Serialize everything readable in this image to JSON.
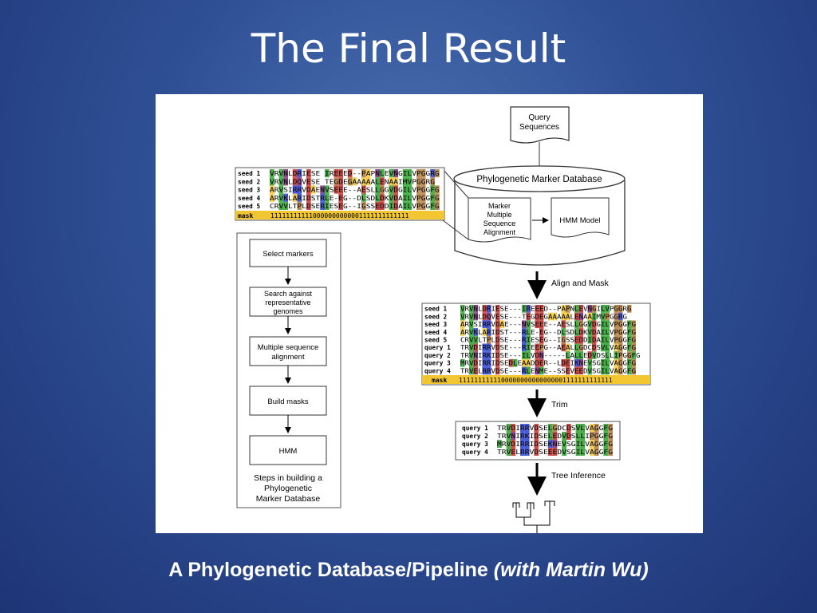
{
  "slide": {
    "title": "The Final Result",
    "caption_main": "A Phylogenetic Database/Pipeline",
    "caption_italic": "(with Martin Wu)"
  },
  "diagram": {
    "query_sequences": [
      "Query",
      "Sequences"
    ],
    "database_label": "Phylogenetic Marker Database",
    "msa_box": [
      "Marker",
      "Multiple",
      "Sequence",
      "Alignment"
    ],
    "hmm_box": "HMM Model",
    "align_mask": "Align and Mask",
    "trim": "Trim",
    "tree_inference": "Tree Inference",
    "steps": [
      "Select markers",
      [
        "Search against",
        "representative",
        "genomes"
      ],
      [
        "Multiple sequence",
        "alignment"
      ],
      "Build masks",
      "HMM"
    ],
    "steps_caption": [
      "Steps in building a",
      "Phylogenetic",
      "Marker Database"
    ],
    "alignment1": {
      "labels": [
        "seed 1",
        "seed 2",
        "seed 3",
        "seed 4",
        "seed 5"
      ],
      "rows": [
        "VRVNLDRIESE IREEED--PAPNLEVNGILVPGGRG",
        "VRVNLDQVESE TEGDEGAAAAALENAAIMVPGGRG",
        "ARVSIRRVDAENVSEEE--AESLLGGVDGILVPGGFG",
        "ARVKLARIDSTRLE-EG--DLSDLDKVDAILVPGGFG",
        "CRVVLTPLDSERIESEG--IGSSEDDIDAILVPGGFG"
      ],
      "mask_label": "mask",
      "mask": "111111111110000000000001111111111111"
    },
    "alignment2": {
      "labels": [
        "seed 1",
        "seed 2",
        "seed 3",
        "seed 4",
        "seed 5",
        "query 1",
        "query 2",
        "query 3",
        "query 4"
      ],
      "rows": [
        "VRVNLDRIESE---IREEED--PAPNLEVNGILVPGGRG",
        "VRVNLDQVESE---TEGDEGAAAAALENAAIMVPGGRG",
        "ARVSIRRVDAE---NVSEEE--AESLLGGVDGILVPGGFG",
        "ARVKLARIDST---RLE-EG--DLSDLDKVDAILVPGGFG",
        "CRVVLTPLDSE---RIESEG--IGSSEDDIDAILVPGGFG",
        "TRVDIRRVDSE---RIEEPG--AEALLGDCDSVLVAGGFG",
        "TRVNIRKIDSE---ILVDN-----LALLEDVDSLLIPGGFG",
        "MRVDIRRIDSEDLEAADDER--LDEIKNEVSGILVAGGFG",
        "TRVELRRVDSE---RLENME--SSEVEEDVSGILVAGGFG"
      ],
      "mask_label": "mask",
      "mask": "1111111111100000000000000001111111111111"
    },
    "alignment3": {
      "labels": [
        "query 1",
        "query 2",
        "query 3",
        "query 4"
      ],
      "rows": [
        "TRVDIRRVDSELGDCDSVLVAGGFG",
        "TRVNIRKIDSELEDVDSLLIPGGFG",
        "MRVDIRRIDSEKNEVSGILVAGGFG",
        "TRVELRRVDSEEEDVSGILVAGGFG"
      ]
    },
    "colors": {
      "green": "#2aa02a",
      "blue": "#2a3fd0",
      "red": "#c0302a",
      "brown": "#b07a3a",
      "purple": "#7a2a7a",
      "yellow_mask": "#f2c631"
    }
  }
}
